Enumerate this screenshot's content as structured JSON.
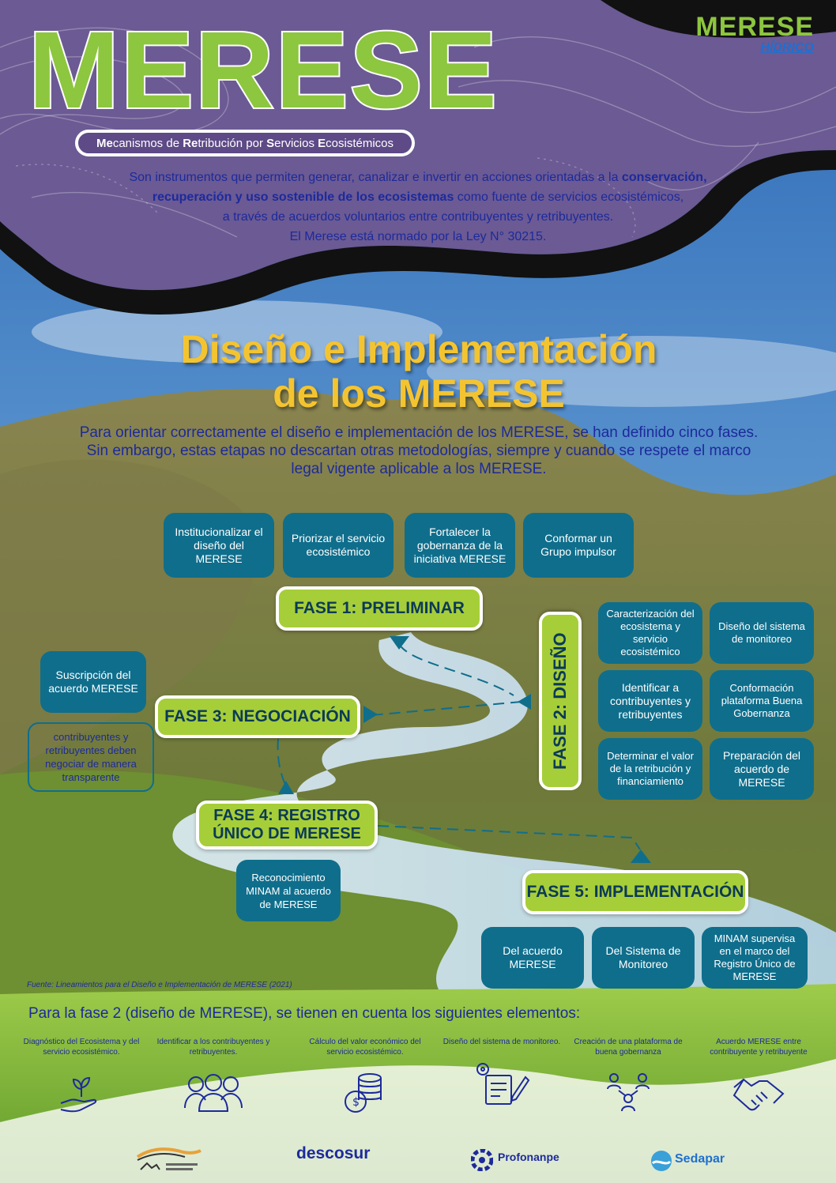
{
  "header": {
    "title": "MERESE",
    "acronym": [
      {
        "bold": "Me",
        "rest": "canismos de "
      },
      {
        "bold": "Re",
        "rest": "tribución por "
      },
      {
        "bold": "S",
        "rest": "ervicios "
      },
      {
        "bold": "E",
        "rest": "cosistémicos"
      }
    ],
    "intro_1a": "Son instrumentos que permiten generar, canalizar e invertir en acciones orientadas a la ",
    "intro_1b": "conservación,",
    "intro_2a": "recuperación y uso sostenible de los ecosistemas",
    "intro_2b": " como fuente de servicios ecosistémicos,",
    "intro_3": "a través de acuerdos voluntarios entre contribuyentes y retribuyentes.",
    "intro_4": "El Merese está normado por la Ley N° 30215.",
    "logo_main": "MERESE",
    "logo_sub": "HÍDRICO"
  },
  "main": {
    "title_line1": "Diseño e Implementación",
    "title_line2": "de los MERESE",
    "subtitle": "Para orientar correctamente el diseño e implementación de los MERESE, se han definido cinco fases. Sin embargo, estas etapas no descartan otras metodologías, siempre y cuando se respete el marco legal vigente aplicable a los MERESE."
  },
  "phases": {
    "p1": "FASE 1: PRELIMINAR",
    "p2": "FASE 2: DISEÑO",
    "p3": "FASE 3: NEGOCIACIÓN",
    "p4": "FASE 4: REGISTRO ÚNICO DE MERESE",
    "p5": "FASE 5: IMPLEMENTACIÓN"
  },
  "boxes": {
    "f1": [
      "Institucionalizar el diseño del MERESE",
      "Priorizar el servicio ecosistémico",
      "Fortalecer la gobernanza de la iniciativa MERESE",
      "Conformar un Grupo impulsor"
    ],
    "f2": [
      "Caracterización del ecosistema y servicio ecosistémico",
      "Diseño del sistema de monitoreo",
      "Identificar a contribuyentes y retribuyentes",
      "Conformación plataforma Buena Gobernanza",
      "Determinar el valor de la retribución y financiamiento",
      "Preparación del acuerdo de MERESE"
    ],
    "f3_box": "Suscripción del acuerdo MERESE",
    "f3_note": "contribuyentes y retribuyentes deben negociar de manera transparente",
    "f4": "Reconocimiento MINAM al acuerdo de MERESE",
    "f5": [
      "Del acuerdo MERESE",
      "Del Sistema de Monitoreo",
      "MINAM supervisa en el marco del Registro Único de MERESE"
    ]
  },
  "source": "Fuente: Lineamientos para el Diseño e Implementación de MERESE (2021)",
  "bottom": {
    "heading": "Para la fase 2 (diseño de MERESE), se tienen en cuenta los siguientes elementos:",
    "elements": [
      {
        "label": "Diagnóstico del Ecosistema y del servicio ecosistémico.",
        "icon": "hand-plant-icon"
      },
      {
        "label": "Identificar a los contribuyentes y retribuyentes.",
        "icon": "group-icon"
      },
      {
        "label": "Cálculo del valor económico del servicio ecosistémico.",
        "icon": "coins-icon"
      },
      {
        "label": "Diseño del sistema de monitoreo.",
        "icon": "document-gear-icon"
      },
      {
        "label": "Creación de una plataforma de buena gobernanza",
        "icon": "network-icon"
      },
      {
        "label": "Acuerdo MERESE entre contribuyente y retribuyente",
        "icon": "handshake-icon"
      }
    ]
  },
  "partners": [
    "descosur",
    "Profonanpe",
    "Sedapar"
  ],
  "colors": {
    "purple": "#6b5a93",
    "green": "#a6ce39",
    "teal": "#0f6e8c",
    "navy": "#1d2a9c",
    "gold": "#f4c430"
  }
}
